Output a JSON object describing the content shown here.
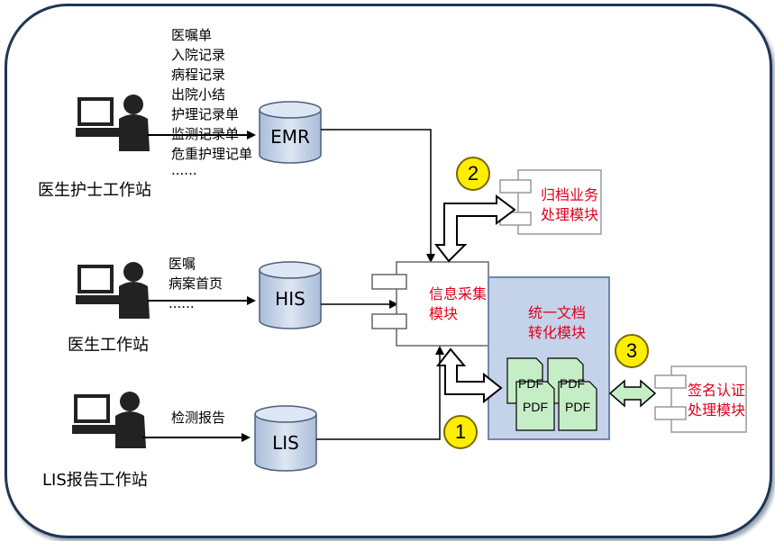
{
  "workstations": {
    "doctor_nurse": "医生护士工作站",
    "doctor": "医生工作站",
    "lis": "LIS报告工作站"
  },
  "databases": {
    "emr": "EMR",
    "his": "HIS",
    "lis": "LIS"
  },
  "emr_documents": [
    "医嘱单",
    "入院记录",
    "病程记录",
    "出院小结",
    "护理记录单",
    "监测记录单",
    "危重护理记单",
    "......"
  ],
  "his_documents": [
    "医嘱",
    "病案首页",
    "......"
  ],
  "lis_documents": [
    "检测报告"
  ],
  "modules": {
    "collect": [
      "信息采集",
      "模块"
    ],
    "convert": [
      "统一文档",
      "转化模块"
    ],
    "archive": [
      "归档业务",
      "处理模块"
    ],
    "signature": [
      "签名认证",
      "处理模块"
    ]
  },
  "badges": [
    "1",
    "2",
    "3"
  ],
  "pdf_label": "PDF",
  "colors": {
    "frame": "#1f3655",
    "db_fill": "#c8d5e8",
    "convert_fill": "#c5d3ea",
    "pdf_fill": "#c6eec6",
    "badge_fill": "#ffee00",
    "module_text": "#e0001b"
  }
}
